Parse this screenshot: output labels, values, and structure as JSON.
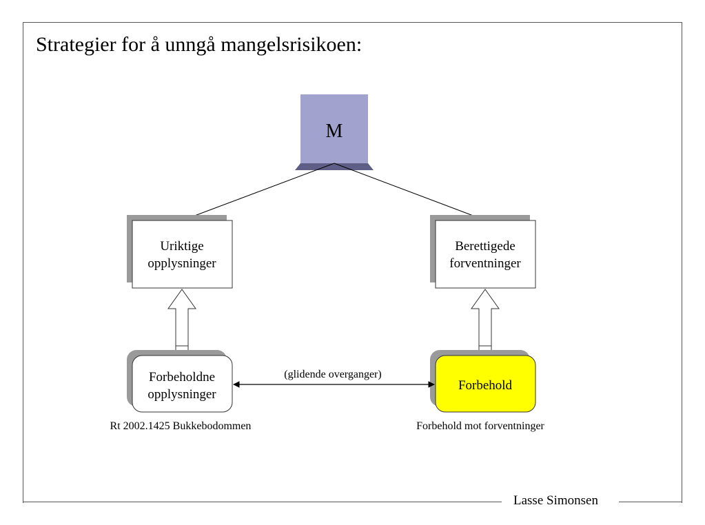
{
  "title": "Strategier for å unngå mangelsrisikoen:",
  "footer": "Lasse Simonsen",
  "colors": {
    "top_box": "#a2a2cf",
    "top_shadow": "#5e5e86",
    "box_shadow": "#9a9a9a",
    "highlight": "#ffff00",
    "border": "#333333"
  },
  "nodes": {
    "top": {
      "label": "M"
    },
    "left_mid": {
      "lines": [
        "Uriktige",
        "opplysninger"
      ]
    },
    "right_mid": {
      "lines": [
        "Berettigede",
        "forventninger"
      ]
    },
    "left_bottom": {
      "lines": [
        "Forbeholdne",
        "opplysninger"
      ]
    },
    "right_bottom": {
      "label": "Forbehold"
    }
  },
  "connector_label": "(glidende overganger)",
  "captions": {
    "left": "Rt 2002.1425 Bukkebodommen",
    "right": "Forbehold mot forventninger"
  }
}
